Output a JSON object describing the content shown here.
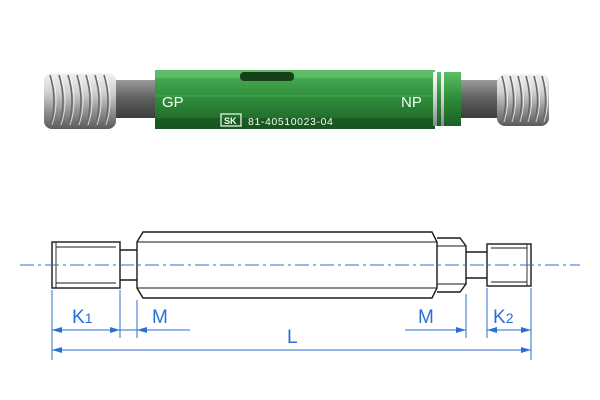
{
  "photo": {
    "left_end_marking": "GP",
    "right_end_marking": "NP",
    "part_number": "81-40510023-04",
    "maker_logo": "SK",
    "colors": {
      "handle": "#2f8f3b",
      "handle_dark": "#1f6b29",
      "thread_light": "#e6e6e6",
      "thread_dark": "#7a7a7a",
      "shaft": "#6f6f6f"
    }
  },
  "drawing": {
    "colors": {
      "outline": "#1a1a1a",
      "centerline": "#2a6fd6",
      "dimension": "#2a6fd6"
    },
    "labels": {
      "k1_main": "K",
      "k1_sub": "1",
      "m_left": "M",
      "m_right": "M",
      "k2_main": "K",
      "k2_sub": "2",
      "total_length": "L"
    }
  }
}
